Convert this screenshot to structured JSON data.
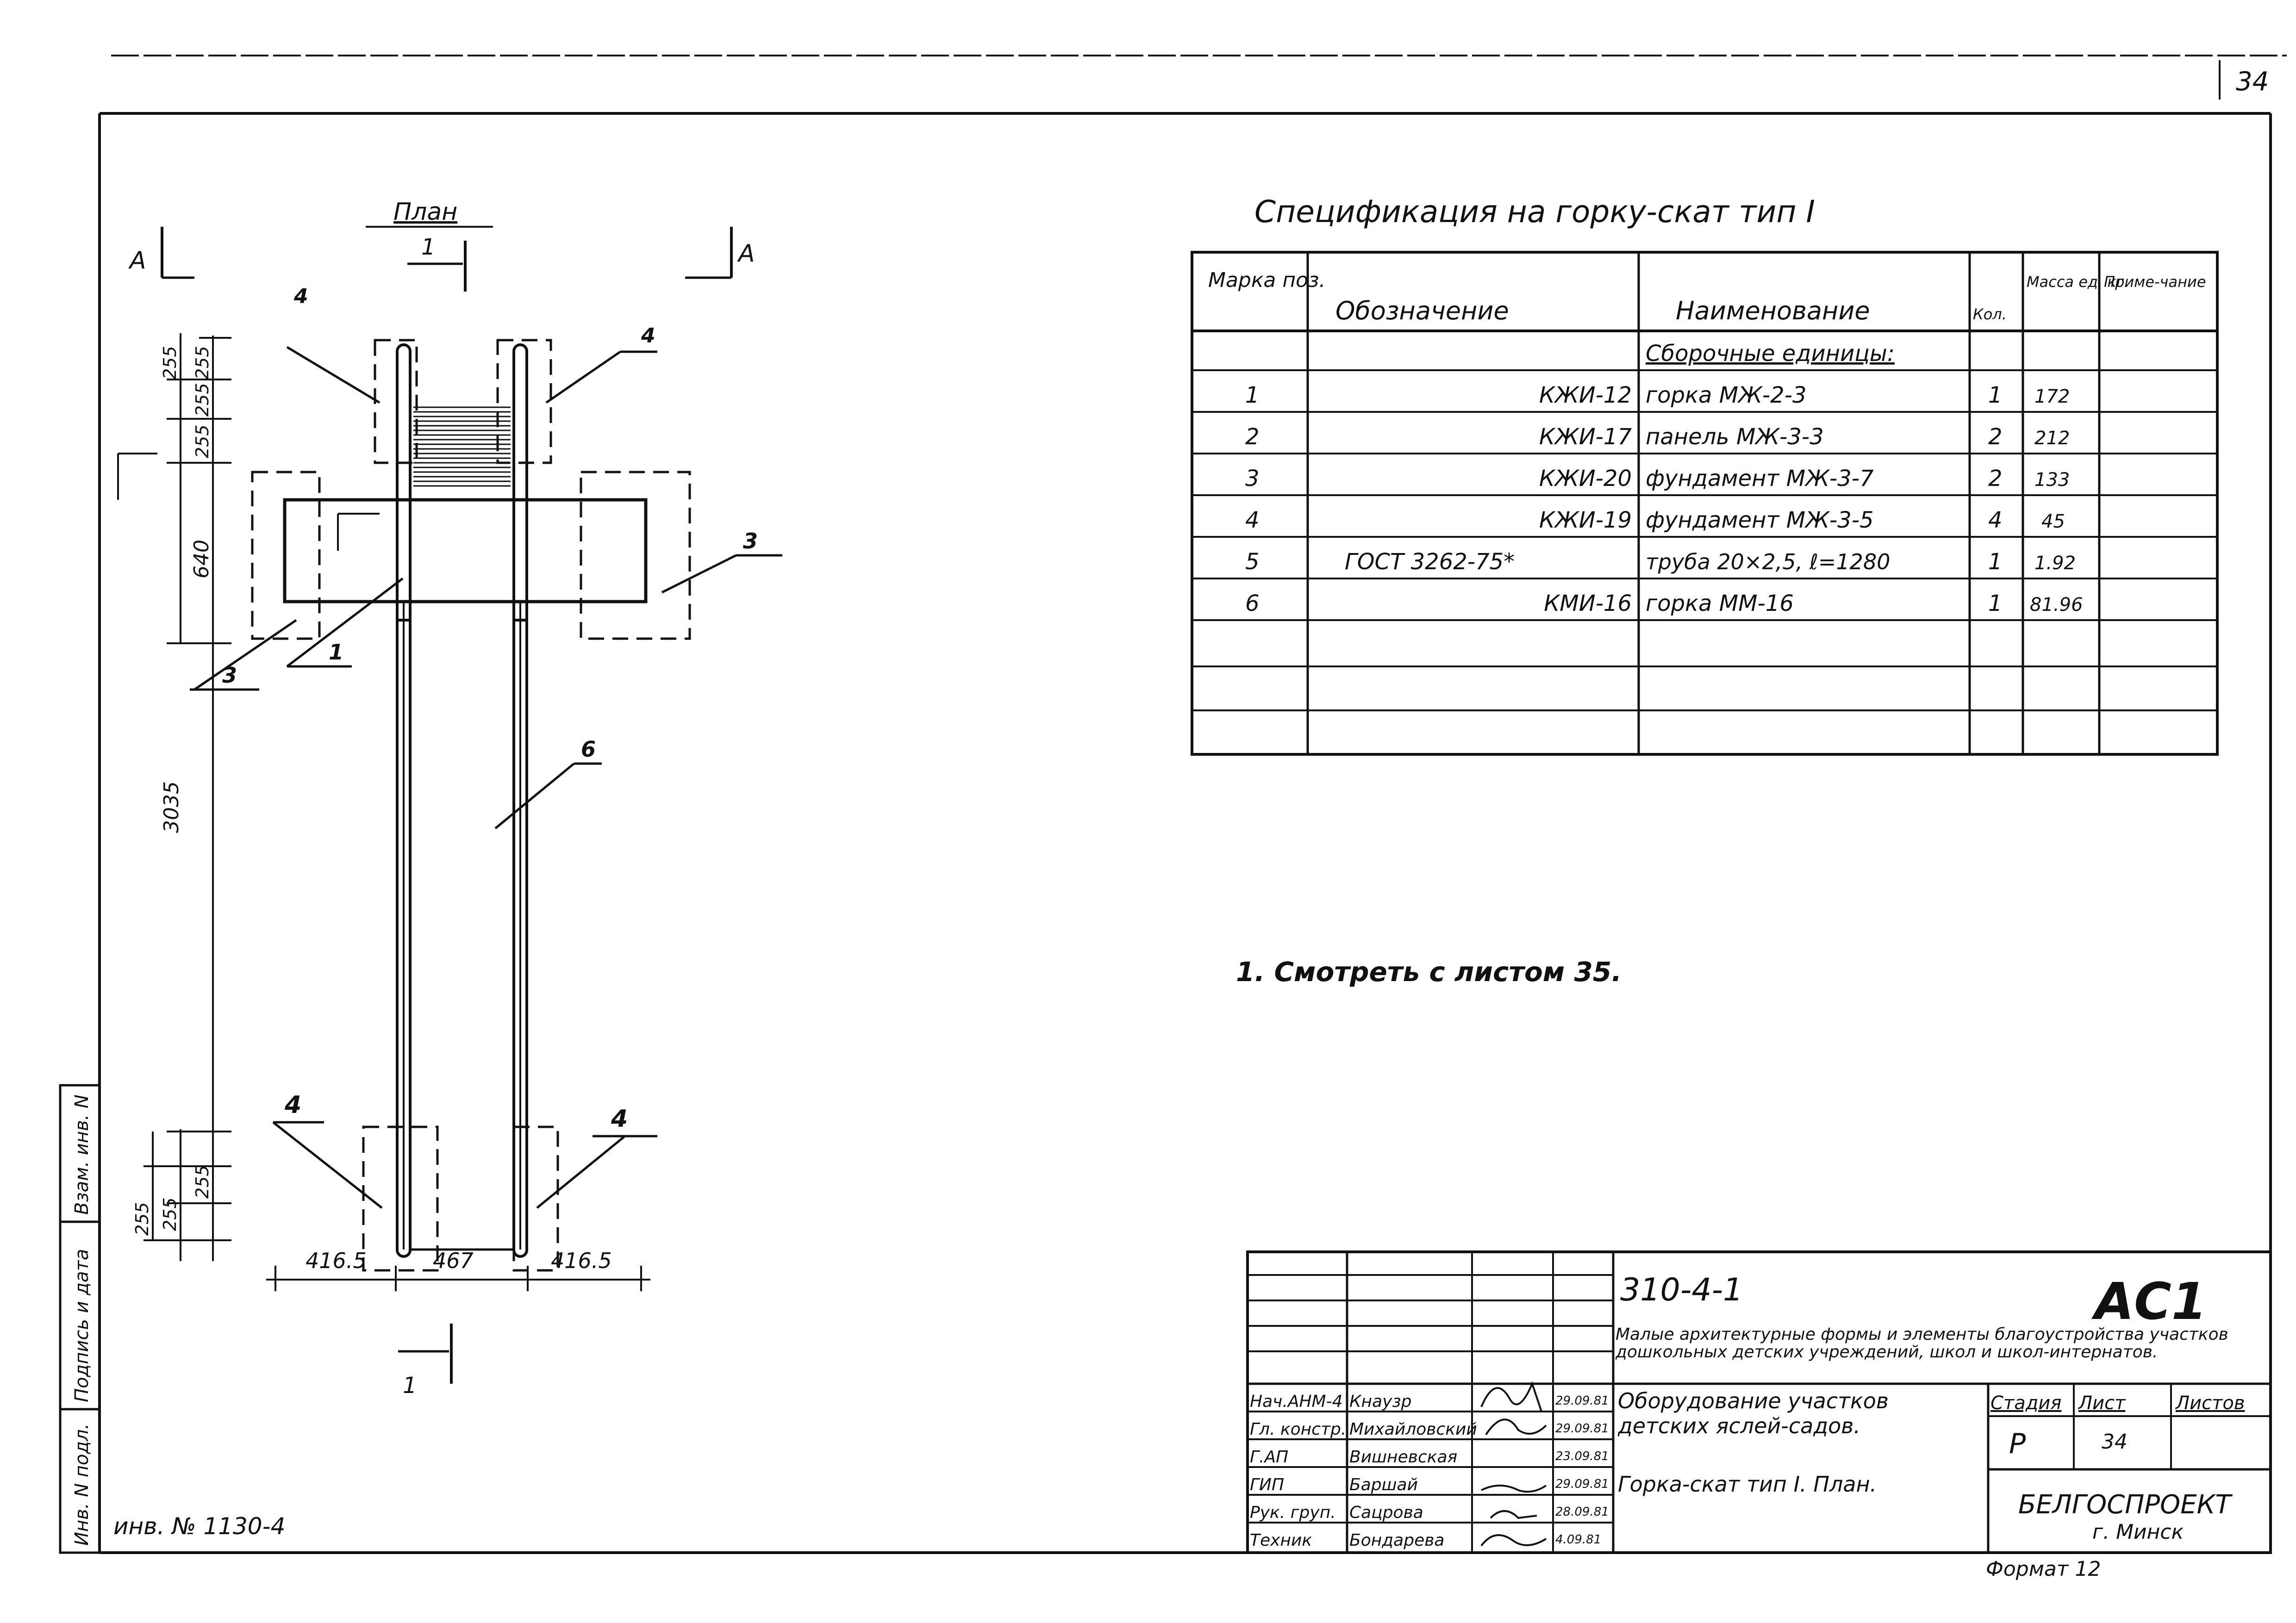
{
  "sheet": {
    "corner_page": "34",
    "inventory": "инв. № 1130-4",
    "side_stamp": [
      "Инв. N подл.",
      "Подпись и дата",
      "Взам. инв. N"
    ]
  },
  "plan": {
    "title": "План",
    "section_marks": [
      "А",
      "А",
      "1",
      "1"
    ],
    "dims_left": [
      "255",
      "255",
      "255",
      "255",
      "640",
      "3035",
      "255",
      "255",
      "255"
    ],
    "dims_bottom": [
      "416.5",
      "467",
      "416.5"
    ],
    "callouts": [
      "4",
      "4",
      "3",
      "3",
      "1",
      "6",
      "4",
      "4"
    ]
  },
  "spec": {
    "title": "Спецификация на горку-скат тип I",
    "headers": [
      "Марка поз.",
      "Обозначение",
      "Наименование",
      "Кол.",
      "Масса ед. кг.",
      "Приме-чание"
    ],
    "group_title": "Сборочные единицы:",
    "rows": [
      {
        "pos": "1",
        "code": "КЖИ-12",
        "name": "горка МЖ-2-3",
        "qty": "1",
        "mass": "172"
      },
      {
        "pos": "2",
        "code": "КЖИ-17",
        "name": "панель МЖ-3-3",
        "qty": "2",
        "mass": "212"
      },
      {
        "pos": "3",
        "code": "КЖИ-20",
        "name": "фундамент МЖ-3-7",
        "qty": "2",
        "mass": "133"
      },
      {
        "pos": "4",
        "code": "КЖИ-19",
        "name": "фундамент МЖ-3-5",
        "qty": "4",
        "mass": "45"
      },
      {
        "pos": "5",
        "code": "ГОСТ 3262-75*",
        "name": "труба 20×2,5, ℓ=1280",
        "qty": "1",
        "mass": "1.92"
      },
      {
        "pos": "6",
        "code": "КМИ-16",
        "name": "горка ММ-16",
        "qty": "1",
        "mass": "81.96"
      }
    ]
  },
  "note": "1. Смотреть с листом 35.",
  "title_block": {
    "doc_code": "310-4-1",
    "sheet_code": "АС1",
    "project": "Малые архитектурные формы и элементы благоустройства участков дошкольных детских учреждений, школ и школ-интернатов.",
    "object": "Оборудование участков детских яслей-садов.",
    "drawing": "Горка-скат тип I. План.",
    "stage_label": "Стадия",
    "sheet_label": "Лист",
    "sheets_label": "Листов",
    "stage": "Р",
    "sheet": "34",
    "org": "БЕЛГОСПРОЕКТ",
    "city": "г. Минск",
    "format": "Формат 12",
    "people": [
      {
        "role": "Нач.АНМ-4",
        "name": "Кнаузр",
        "date": "29.09.81"
      },
      {
        "role": "Гл. констр.",
        "name": "Михайловский",
        "date": "29.09.81"
      },
      {
        "role": "Г.АП",
        "name": "Вишневская",
        "date": "23.09.81"
      },
      {
        "role": "ГИП",
        "name": "Баршай",
        "date": "29.09.81"
      },
      {
        "role": "Рук. груп.",
        "name": "Сацрова",
        "date": "28.09.81"
      },
      {
        "role": "Техник",
        "name": "Бондарева",
        "date": "4.09.81"
      }
    ]
  }
}
